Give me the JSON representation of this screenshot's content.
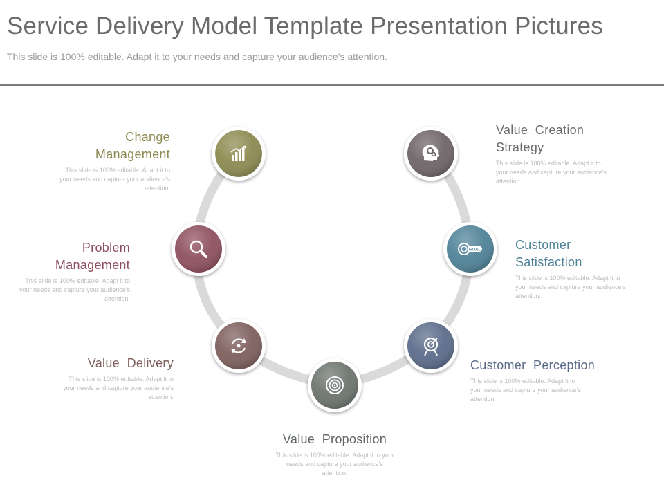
{
  "header": {
    "title": "Service Delivery Model Template Presentation Pictures",
    "subtitle": "This slide is 100% editable. Adapt it to your needs and capture your audience’s attention."
  },
  "nodes": [
    {
      "id": "change-management",
      "title_lines": [
        "Change",
        "Management"
      ],
      "desc": "This slide is 100% editable. Adapt it to your needs and capture your audience's attention.",
      "color": "#8c8a50",
      "title_color": "#8c8a50",
      "icon": "bar-chart-icon"
    },
    {
      "id": "problem-management",
      "title_lines": [
        "Problem",
        "Management"
      ],
      "desc": "This slide is 100% editable. Adapt it to your needs and capture your audience's attention.",
      "color": "#8e4f5e",
      "title_color": "#8e4f5e",
      "icon": "magnifier-icon"
    },
    {
      "id": "value-delivery",
      "title_lines": [
        "Value  Delivery"
      ],
      "desc": "This slide is 100% editable. Adapt it to your needs and capture your audience's attention.",
      "color": "#7d5f5c",
      "title_color": "#7d5f5c",
      "icon": "cycle-arrows-icon"
    },
    {
      "id": "value-proposition",
      "title_lines": [
        "Value  Proposition"
      ],
      "desc": "This slide is 100% editable. Adapt it to your needs and capture your audience's attention.",
      "color": "#6c736d",
      "title_color": "#5f6661",
      "icon": "target-icon"
    },
    {
      "id": "customer-perception",
      "title_lines": [
        "Customer  Perception"
      ],
      "desc": "This slide is 100% editable. Adapt it to your needs and capture your audience's attention.",
      "color": "#5b6b8a",
      "title_color": "#5b6b8a",
      "icon": "target-stand-icon"
    },
    {
      "id": "customer-satisfaction",
      "title_lines": [
        "Customer",
        "Satisfaction"
      ],
      "desc": "This slide is 100% editable. Adapt it to your needs and capture your audience's attention.",
      "color": "#4e8297",
      "title_color": "#4e8297",
      "icon": "goal-icon",
      "icon_text": "GOAL"
    },
    {
      "id": "value-creation-strategy",
      "title_lines": [
        "Value  Creation",
        "Strategy"
      ],
      "desc": "This slide is 100% editable. Adapt it to your needs and capture your audience's attention.",
      "color": "#6e6467",
      "title_color": "#6b6b6b",
      "icon": "head-gears-icon"
    }
  ]
}
